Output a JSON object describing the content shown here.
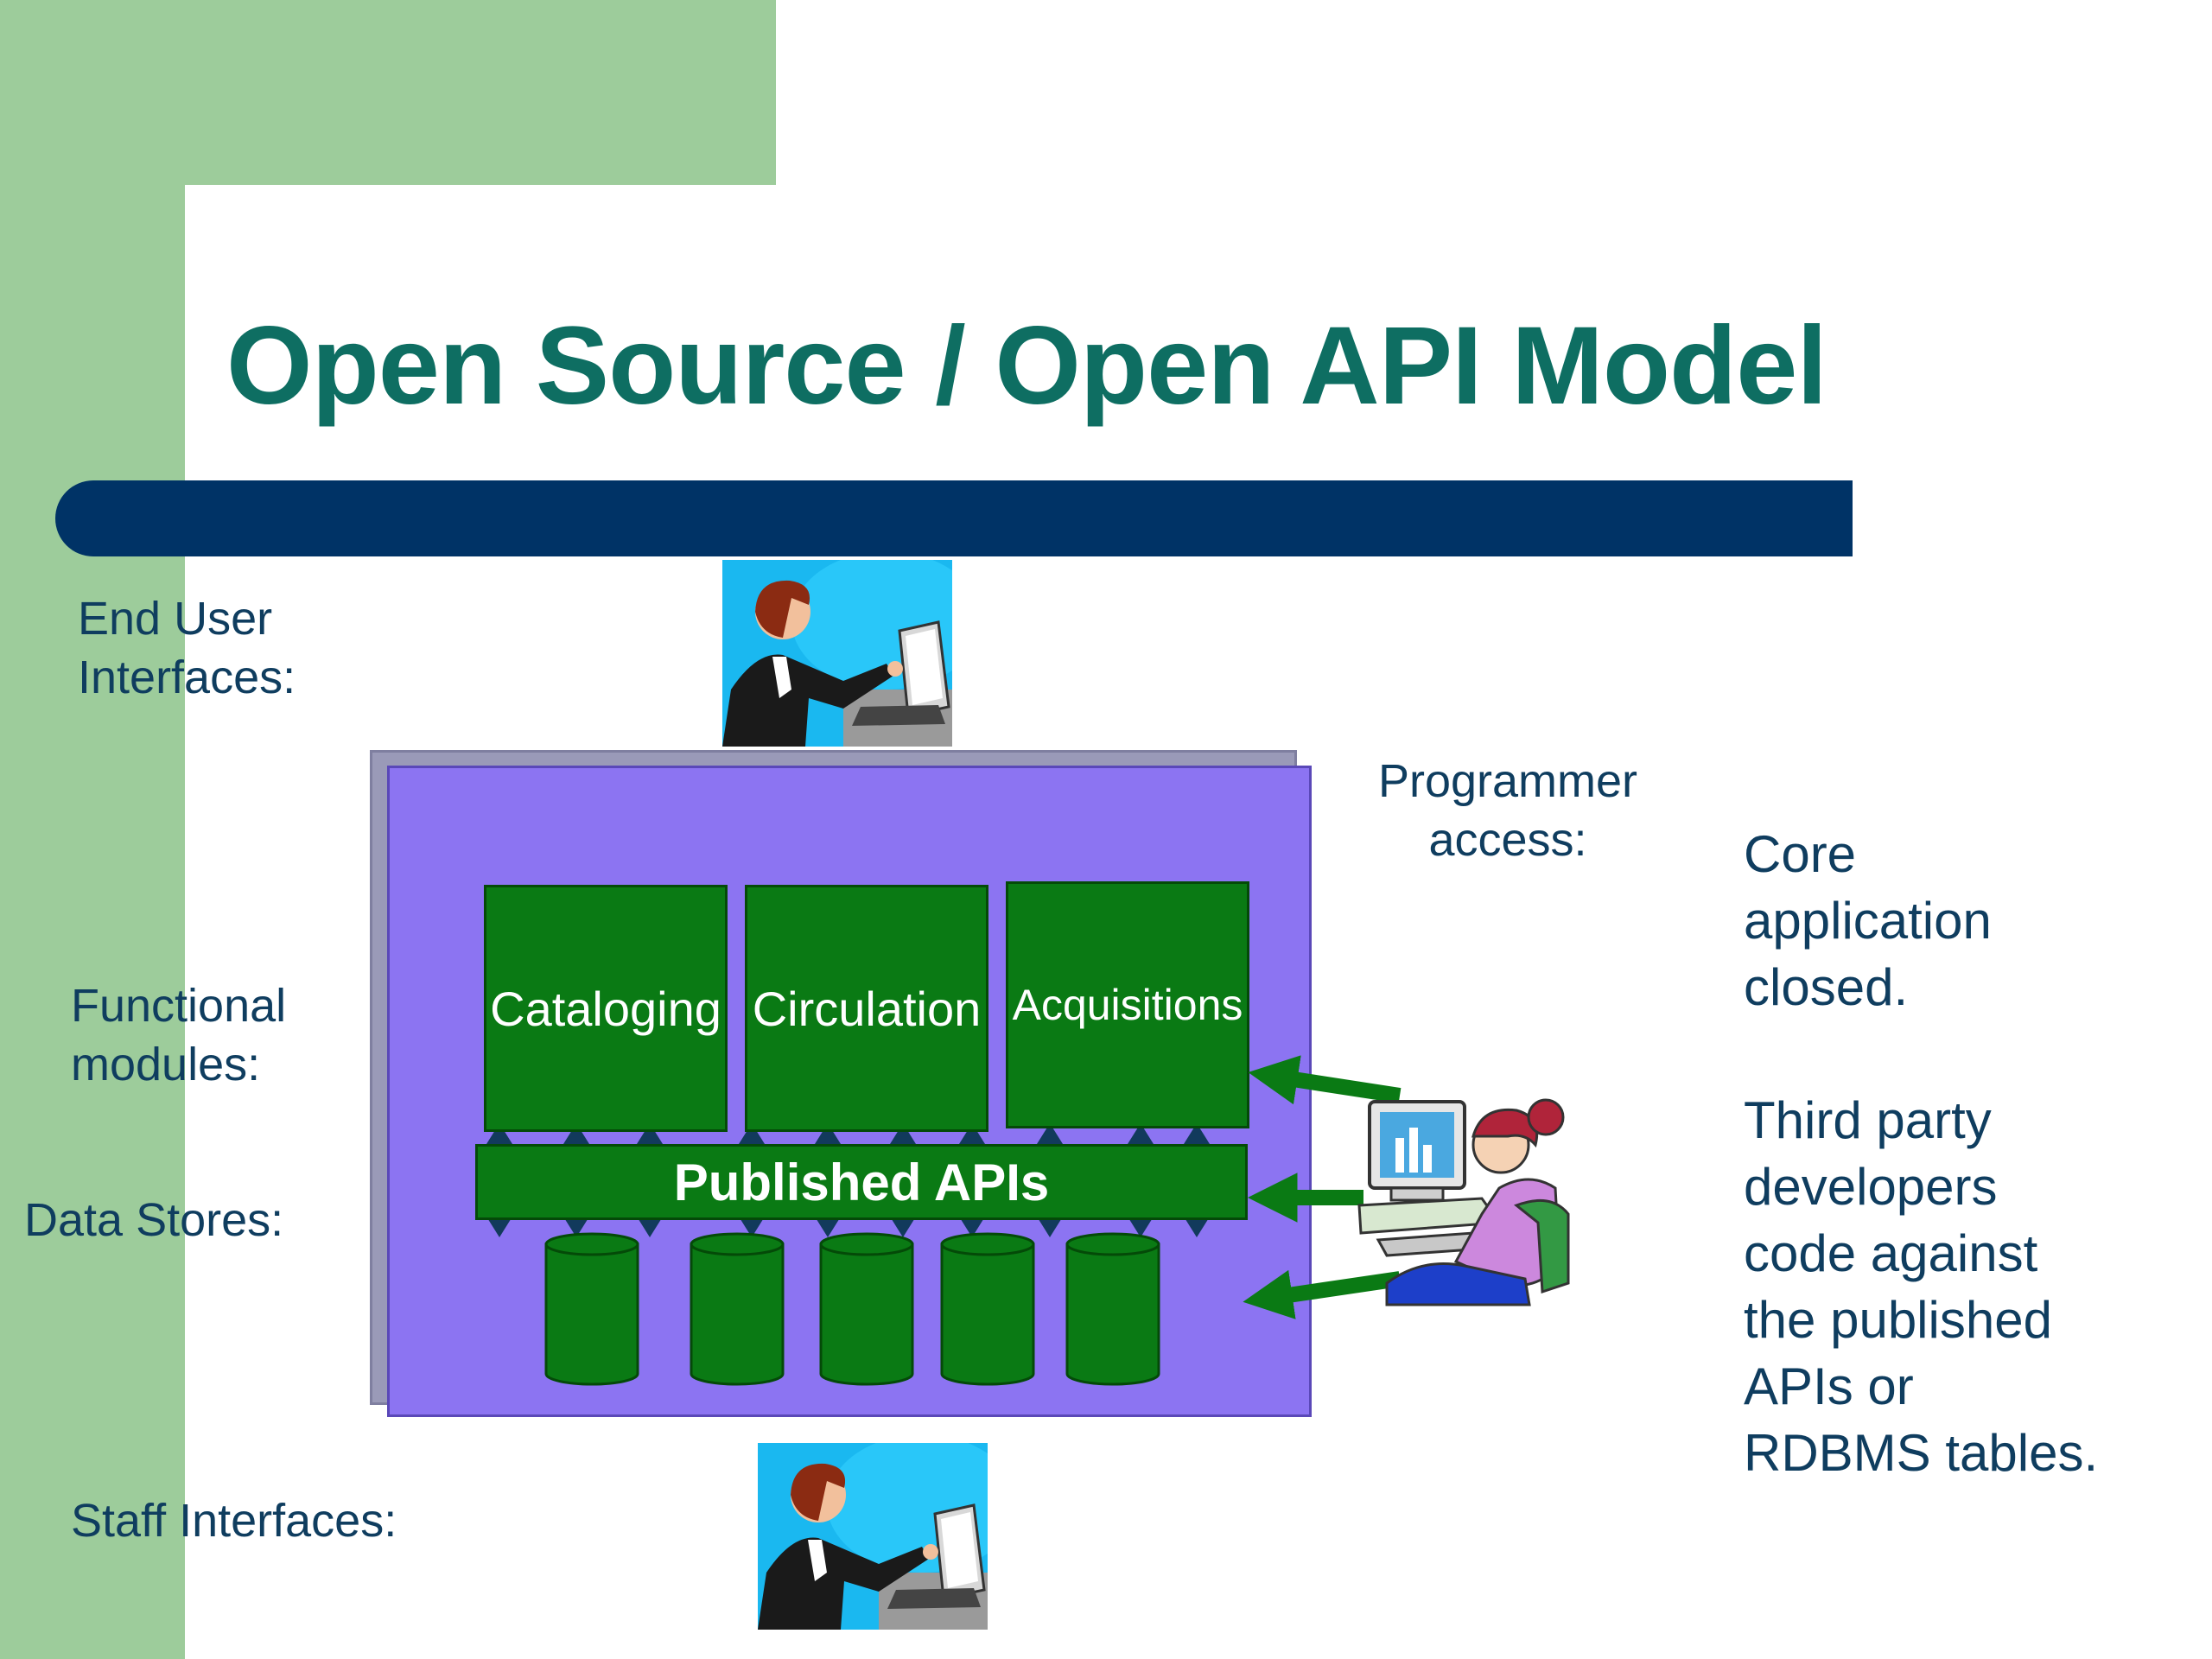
{
  "slide": {
    "title": "Open Source / Open API Model"
  },
  "labels": {
    "end_user": [
      "End User",
      "Interfaces:"
    ],
    "functional": [
      "Functional",
      "modules:"
    ],
    "data_stores": "Data Stores:",
    "staff": "Staff Interfaces:",
    "programmer": [
      "Programmer",
      "access:"
    ]
  },
  "modules": [
    "Cataloging",
    "Circulation",
    "Acquisitions"
  ],
  "published_apis": "Published APIs",
  "data_store_count": 5,
  "side_note": {
    "paragraph1": [
      "Core",
      "application",
      "closed."
    ],
    "paragraph2": [
      "Third party",
      "developers",
      "code against",
      "the published",
      "APIs or",
      "RDBMS tables."
    ]
  },
  "colors": {
    "title": "#0e6e62",
    "title_bar": "#003366",
    "background_green": "#9dcc9b",
    "system_box": "#8c74f2",
    "module_green": "#0a7a14",
    "label_text": "#0f3d5f"
  },
  "icons": [
    "office-user-clipart",
    "programmer-clipart",
    "green-arrow"
  ]
}
